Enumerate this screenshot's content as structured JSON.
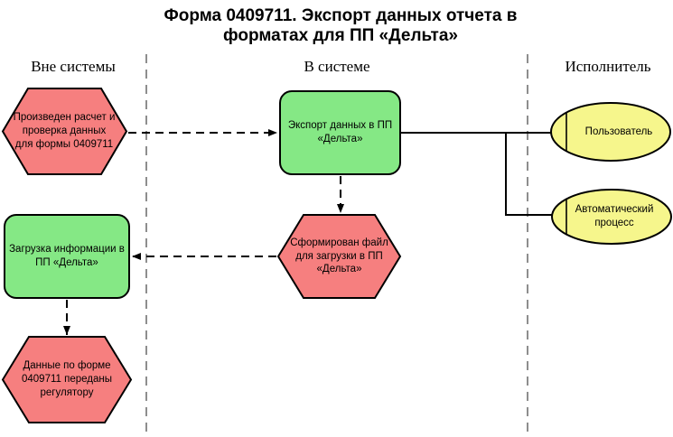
{
  "diagram": {
    "title": "Форма 0409711. Экспорт данных отчета в форматах для ПП «Дельта»",
    "lanes": [
      {
        "label": "Вне системы"
      },
      {
        "label": "В системе"
      },
      {
        "label": "Исполнитель"
      }
    ],
    "nodes": {
      "event_calc": {
        "type": "event",
        "label": "Произведен расчет и проверка данных для формы 0409711"
      },
      "func_export": {
        "type": "function",
        "label": "Экспорт данных в ПП «Дельта»"
      },
      "role_user": {
        "type": "role",
        "label": "Пользователь"
      },
      "role_auto": {
        "type": "role",
        "label": "Автоматический процесс"
      },
      "event_file": {
        "type": "event",
        "label": "Сформирован файл для загрузки в ПП «Дельта»"
      },
      "func_load": {
        "type": "function",
        "label": "Загрузка информации в ПП «Дельта»"
      },
      "event_sent": {
        "type": "event",
        "label": "Данные по форме 0409711 переданы регулятору"
      }
    },
    "colors": {
      "event_fill": "#F67F7F",
      "function_fill": "#85E885",
      "role_fill": "#F6F68C",
      "shape_border": "#000000",
      "connector": "#000000",
      "lane_divider": "#444444"
    }
  }
}
